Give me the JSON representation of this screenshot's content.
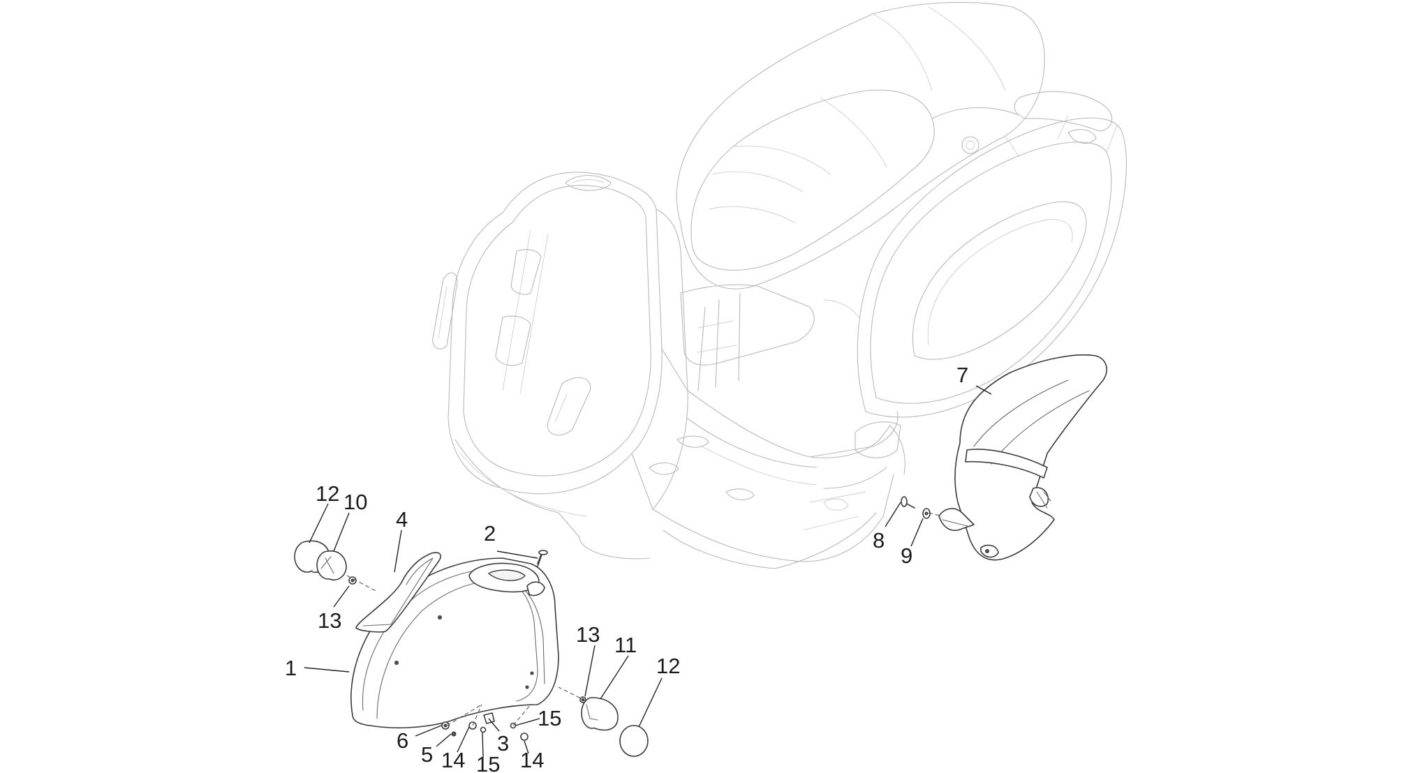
{
  "diagram": {
    "type": "exploded-parts-view",
    "subject": "scooter front mudguard and rear splash guard assembly",
    "callouts": [
      {
        "id": "c12a",
        "label": "12"
      },
      {
        "id": "c10",
        "label": "10"
      },
      {
        "id": "c4",
        "label": "4"
      },
      {
        "id": "c2",
        "label": "2"
      },
      {
        "id": "c13a",
        "label": "13"
      },
      {
        "id": "c1",
        "label": "1"
      },
      {
        "id": "c6",
        "label": "6"
      },
      {
        "id": "c5",
        "label": "5"
      },
      {
        "id": "c14a",
        "label": "14"
      },
      {
        "id": "c15a",
        "label": "15"
      },
      {
        "id": "c3",
        "label": "3"
      },
      {
        "id": "c15b",
        "label": "15"
      },
      {
        "id": "c14b",
        "label": "14"
      },
      {
        "id": "c13b",
        "label": "13"
      },
      {
        "id": "c11",
        "label": "11"
      },
      {
        "id": "c12b",
        "label": "12"
      },
      {
        "id": "c7",
        "label": "7"
      },
      {
        "id": "c8",
        "label": "8"
      },
      {
        "id": "c9",
        "label": "9"
      }
    ]
  }
}
